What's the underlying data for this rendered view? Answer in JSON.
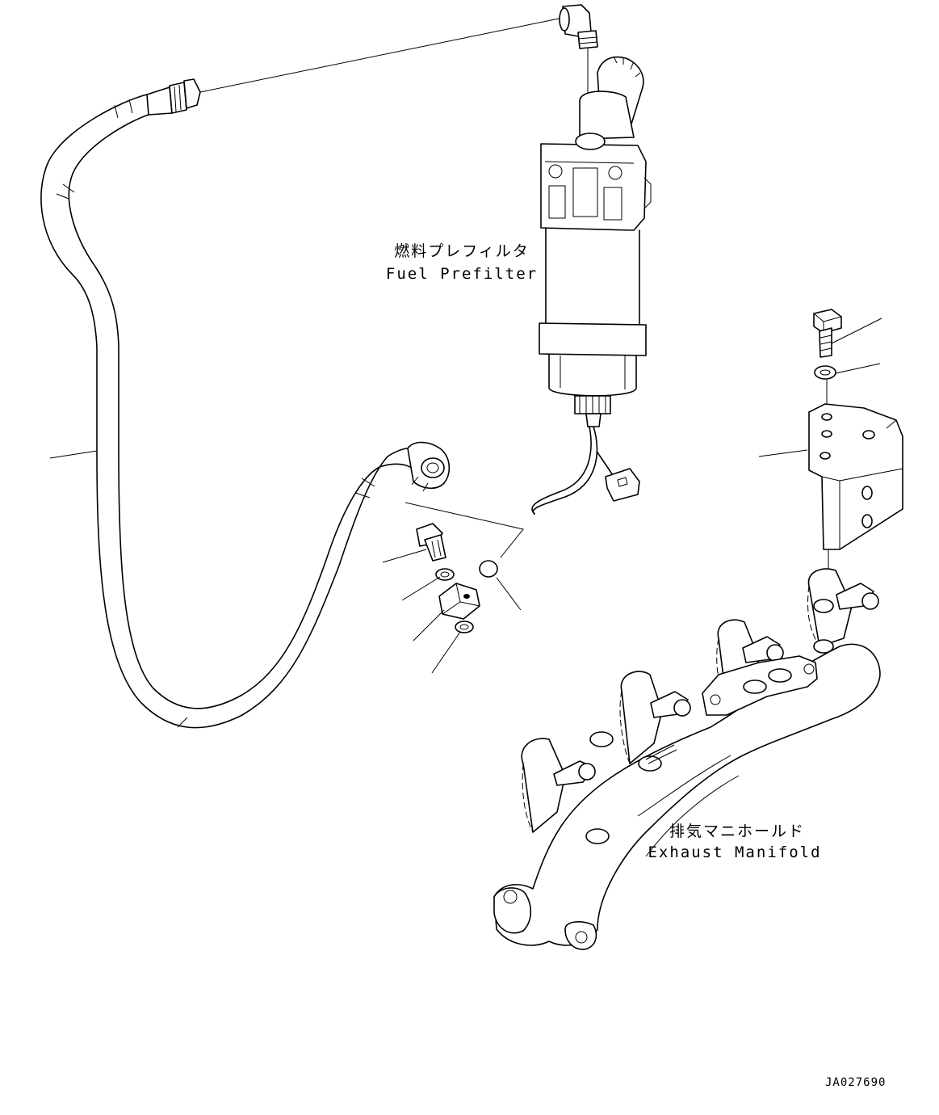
{
  "labels": {
    "fuel_prefilter_jp": "燃料プレフィルタ",
    "fuel_prefilter_en": "Fuel Prefilter",
    "exhaust_manifold_jp": "排気マニホールド",
    "exhaust_manifold_en": "Exhaust Manifold"
  },
  "drawing_code": "JA027690"
}
